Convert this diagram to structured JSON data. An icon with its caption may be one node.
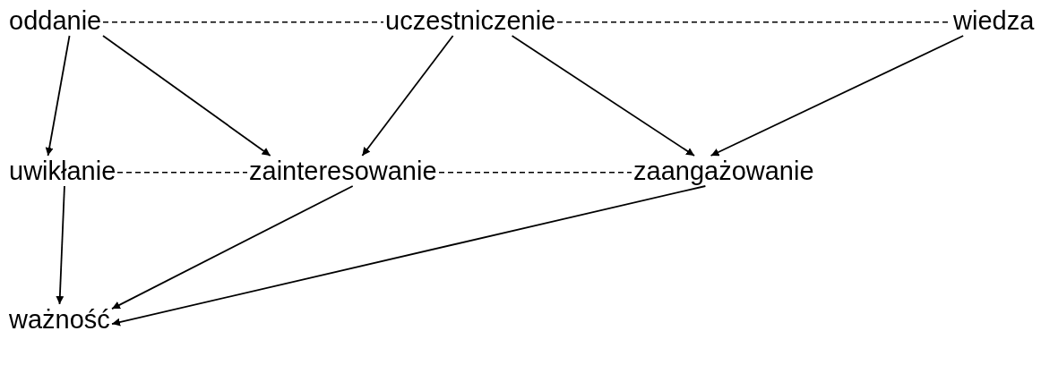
{
  "diagram": {
    "nodes": [
      {
        "text": [
          "oddanie"
        ]
      },
      {
        "text": [
          "uczestniczenie"
        ]
      },
      {
        "text": [
          "wiedza"
        ]
      },
      {
        "text": [
          "uwikłanie"
        ]
      },
      {
        "text": [
          "zainteresowanie"
        ]
      },
      {
        "text": [
          "zaangażowanie"
        ]
      },
      {
        "text": [
          "ważność"
        ]
      }
    ],
    "edges": [
      {
        "from": 0,
        "to": 1,
        "arrow": "none",
        "style": "dashed"
      },
      {
        "from": 1,
        "to": 2,
        "arrow": "none",
        "style": "dashed"
      },
      {
        "from": 0,
        "to": 3,
        "arrow": "to"
      },
      {
        "from": 0,
        "to": 4,
        "arrow": "to"
      },
      {
        "from": 1,
        "to": 4,
        "arrow": "to"
      },
      {
        "from": 1,
        "to": 5,
        "arrow": "to"
      },
      {
        "from": 2,
        "to": 5,
        "arrow": "to"
      },
      {
        "from": 3,
        "to": 4,
        "arrow": "none",
        "style": "dashed"
      },
      {
        "from": 4,
        "to": 5,
        "arrow": "none",
        "style": "dashed"
      },
      {
        "from": 3,
        "to": 6,
        "arrow": "to"
      },
      {
        "from": 4,
        "to": 6,
        "arrow": "to"
      },
      {
        "from": 5,
        "to": 6,
        "arrow": "to"
      }
    ]
  }
}
